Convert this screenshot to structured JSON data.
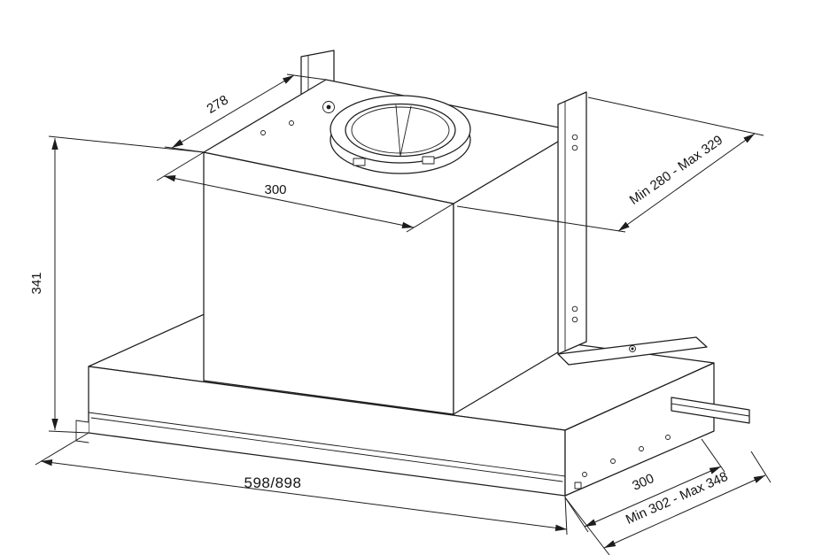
{
  "drawing": {
    "background_color": "#ffffff",
    "line_color": "#1c1c1c"
  },
  "dims": {
    "top_depth": "278",
    "top_width": "300",
    "height": "341",
    "wall_range": "Min 280 - Max 329",
    "overall_width": "598/898",
    "base_depth": "300",
    "base_range": "Min 302 - Max 348"
  }
}
